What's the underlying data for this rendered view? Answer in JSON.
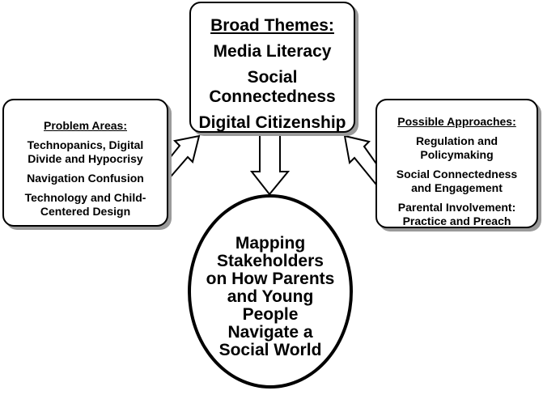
{
  "broad_themes": {
    "title": "Broad Themes:",
    "items": [
      "Media Literacy",
      "Social",
      "Connectedness",
      "Digital Citizenship"
    ]
  },
  "problem_areas": {
    "title": "Problem Areas:",
    "items": [
      [
        "Technopanics, Digital",
        "Divide and Hypocrisy"
      ],
      [
        "Navigation Confusion"
      ],
      [
        "Technology and Child-",
        "Centered Design"
      ]
    ]
  },
  "possible_approaches": {
    "title": "Possible Approaches:",
    "items": [
      [
        "Regulation and",
        "Policymaking"
      ],
      [
        "Social Connectedness",
        "and Engagement"
      ],
      [
        "Parental Involvement:",
        "Practice and Preach"
      ]
    ]
  },
  "center_circle": {
    "lines": [
      "Mapping",
      "Stakeholders",
      "on How Parents",
      "and Young",
      "People",
      "Navigate a",
      "Social World"
    ]
  }
}
